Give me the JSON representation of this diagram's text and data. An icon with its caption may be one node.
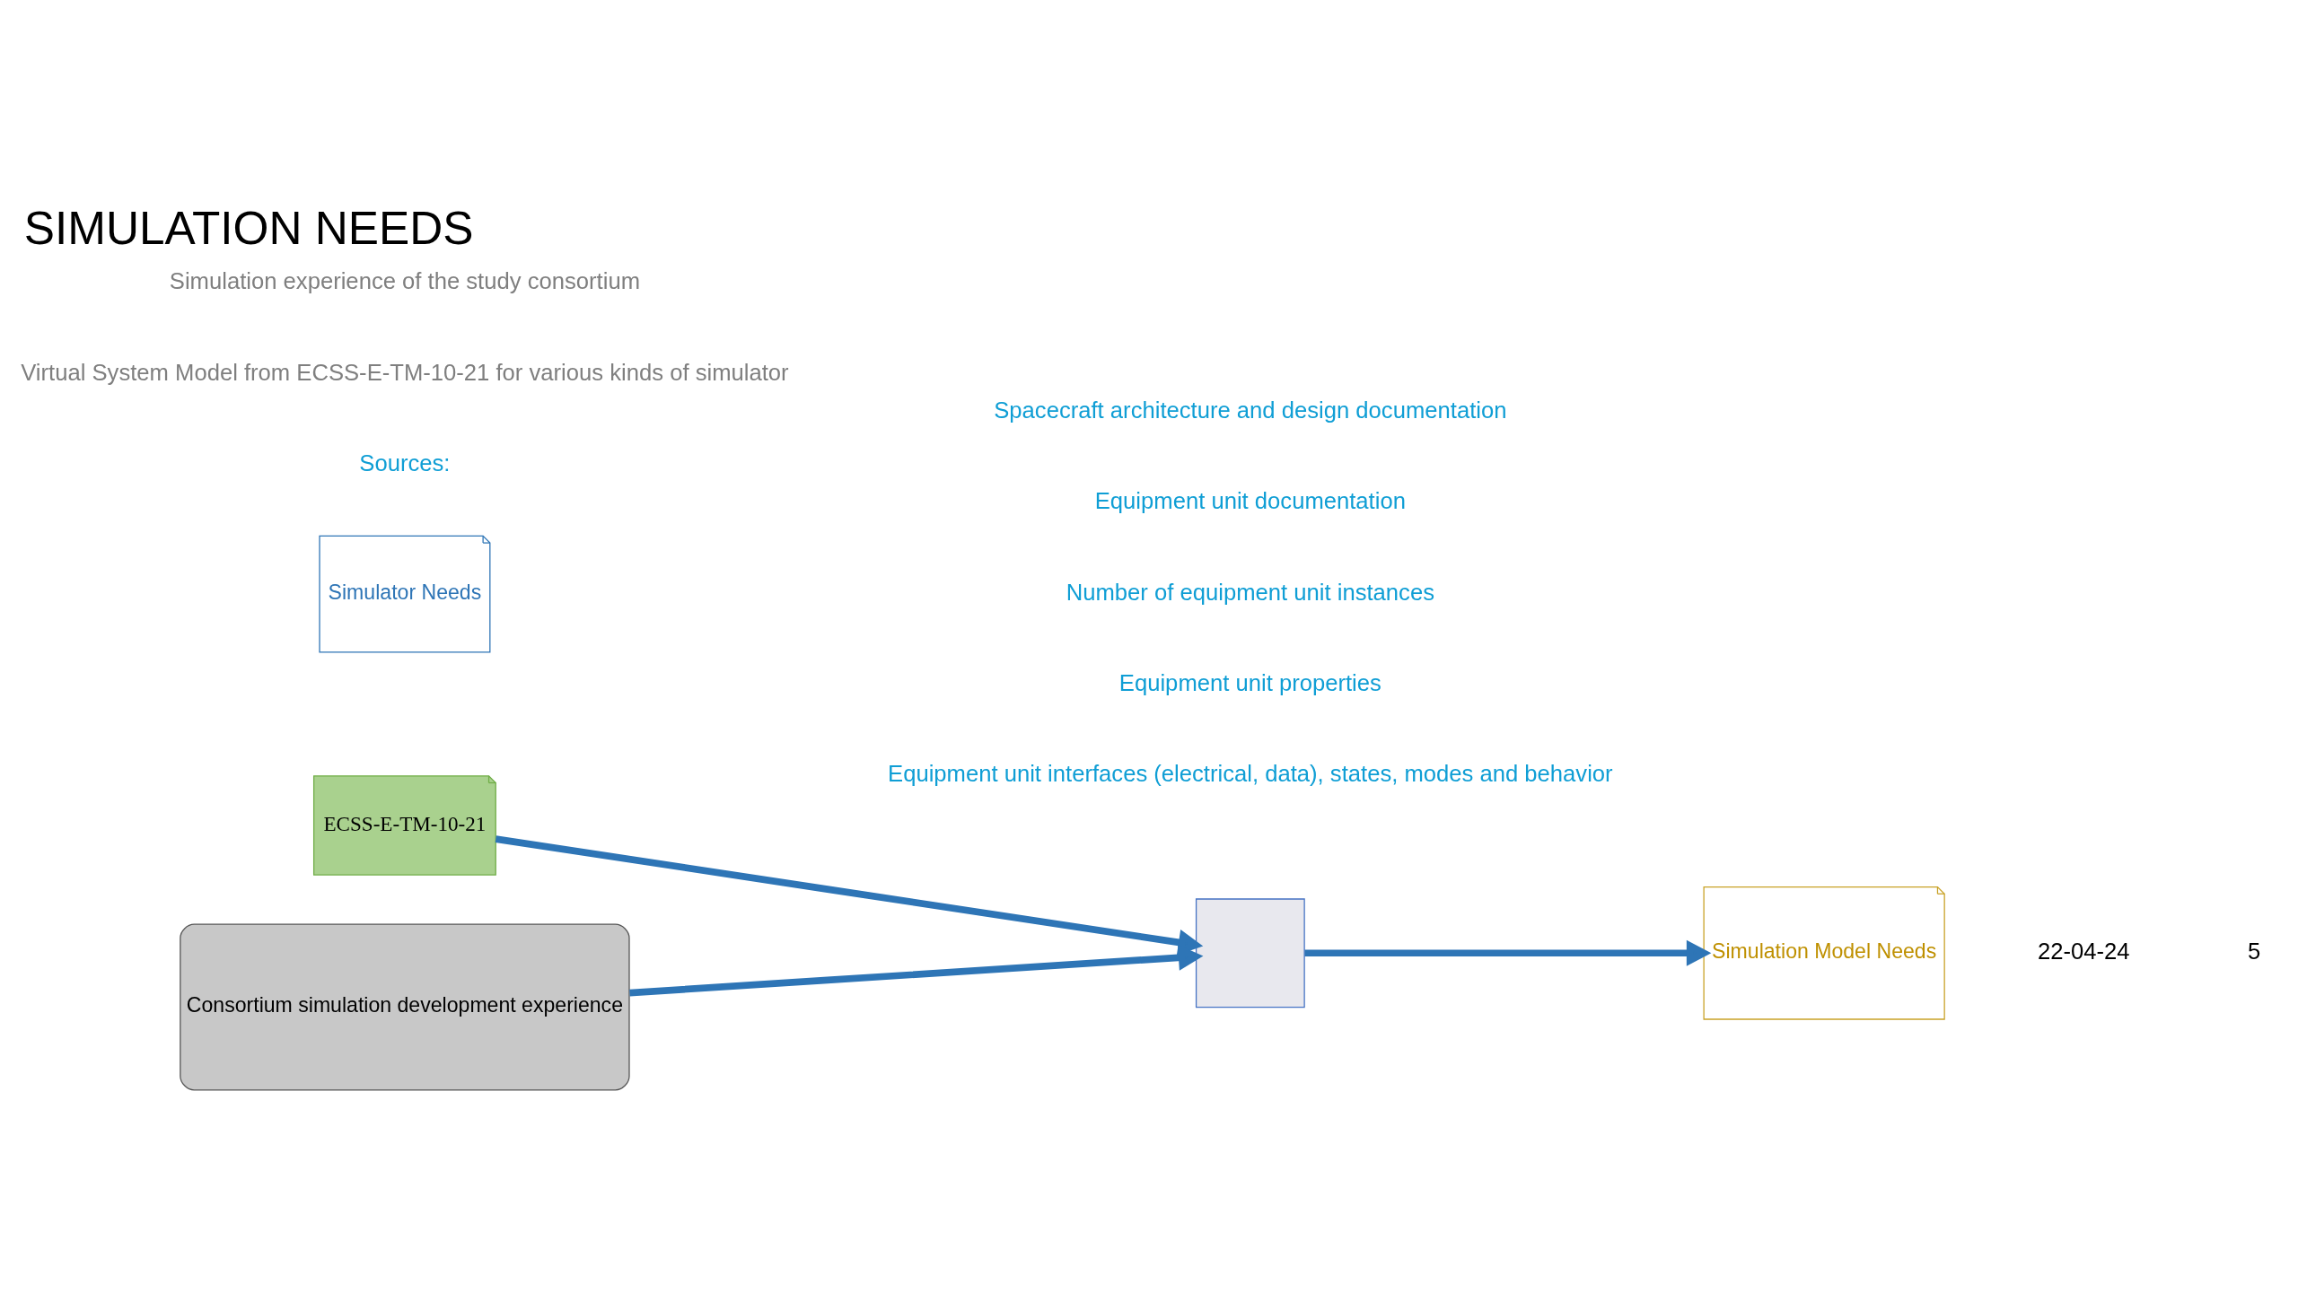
{
  "diagram": {
    "title": "SIMULATION NEEDS",
    "nodes": [
      {
        "text": [
          "ECSS-E-TM-10-21"
        ]
      },
      {
        "text": [
          "Consortium simulation development experience"
        ]
      },
      {
        "text": [],
        "shape": "box"
      },
      {
        "text": [
          "Simulator Needs"
        ]
      },
      {
        "text": [
          "Simulation Model Needs"
        ]
      }
    ],
    "edges": [
      {
        "from": 0,
        "to": 2,
        "arrow": "to"
      },
      {
        "from": 1,
        "to": 2,
        "arrow": "to"
      },
      {
        "from": 2,
        "to": 4,
        "arrow": "to"
      }
    ],
    "labels": [
      "Sources:",
      "Virtual System Model from ECSS-E-TM-10-21 for various kinds of simulator",
      "Simulation experience of the study consortium",
      "Spacecraft architecture and design documentation",
      "Equipment unit documentation",
      "Number of equipment unit instances",
      "Equipment unit properties",
      "Equipment unit interfaces (electrical, data), states, modes and behavior",
      "22-04-24",
      "5"
    ]
  }
}
